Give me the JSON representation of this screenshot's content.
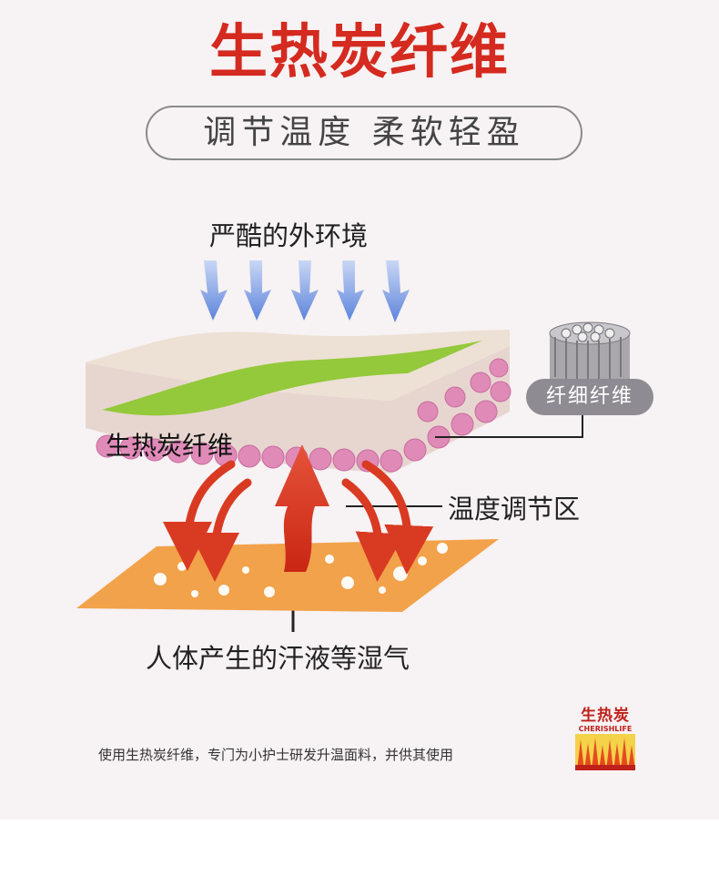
{
  "title": "生热炭纤维",
  "subtitle": "调节温度  柔软轻盈",
  "labels": {
    "environment": "严酷的外环境",
    "fiber_layer": "生热炭纤维",
    "fine_fiber": "纤细纤维",
    "regulation_zone": "温度调节区",
    "body_moisture": "人体产生的汗液等湿气"
  },
  "caption": "使用生热炭纤维，专门为小护士研发升温面料，并供其使用",
  "brand": {
    "name": "生热炭",
    "english": "CHERISHLIFE"
  },
  "colors": {
    "title": "#d42a1f",
    "arrow_blue": "#6b8ee0",
    "arrow_red": "#d93a22",
    "green_layer": "#93c93a",
    "pink_fiber": "#e08ab8",
    "skin_layer": "#f2a24a"
  },
  "icons": [
    "down-arrow-icon",
    "up-arrow-icon",
    "curved-arrow-icon",
    "fiber-bundle-icon"
  ]
}
